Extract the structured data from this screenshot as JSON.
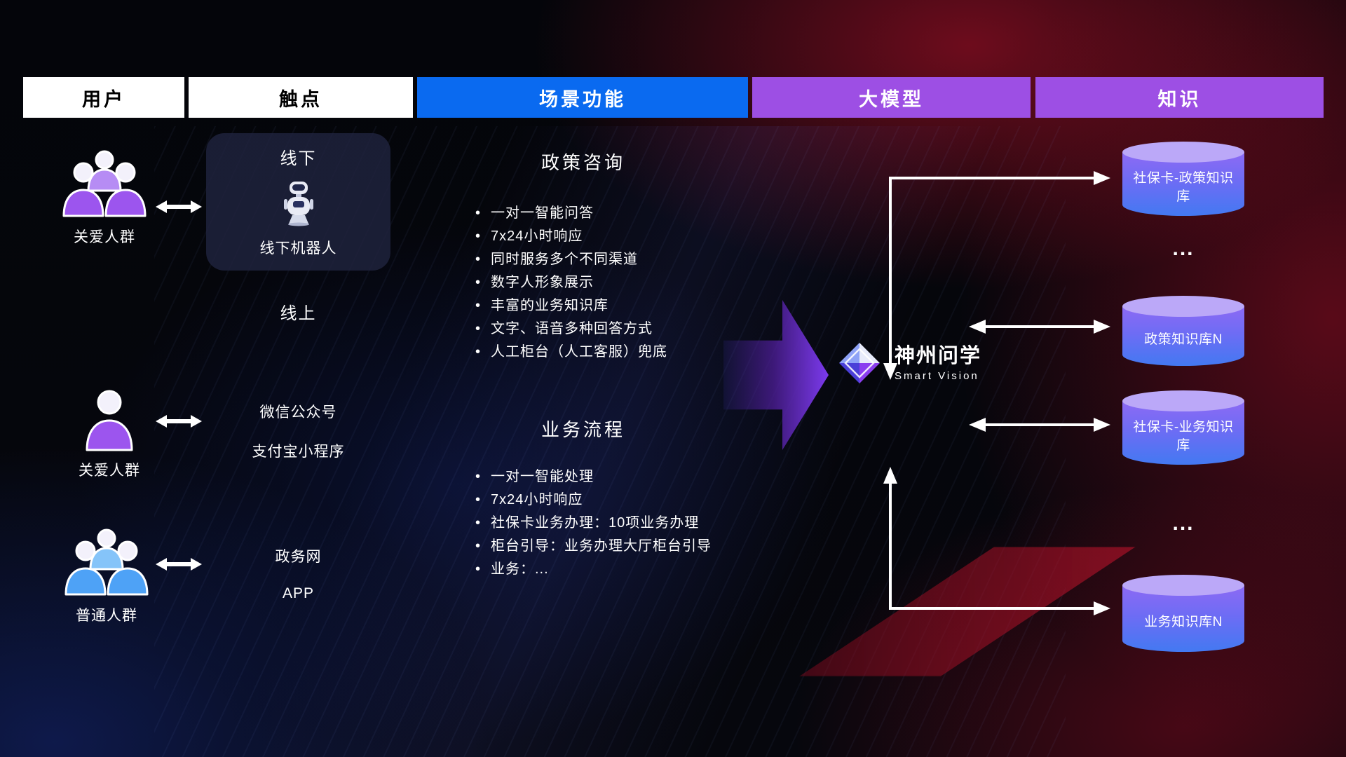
{
  "headers": [
    {
      "label": "用户",
      "variant": "white"
    },
    {
      "label": "触点",
      "variant": "white"
    },
    {
      "label": "场景功能",
      "variant": "blue"
    },
    {
      "label": "大模型",
      "variant": "purple"
    },
    {
      "label": "知识",
      "variant": "purple"
    }
  ],
  "users": [
    {
      "label": "关爱人群",
      "icon": "group-people-purple"
    },
    {
      "label": "关爱人群",
      "icon": "person-purple"
    },
    {
      "label": "普通人群",
      "icon": "group-people-blue"
    }
  ],
  "touchpoints": {
    "offline": {
      "title": "线下",
      "robot_label": "线下机器人"
    },
    "online_title": "线上",
    "online_items": [
      "微信公众号",
      "支付宝小程序"
    ],
    "portal_items": [
      "政务网",
      "APP"
    ]
  },
  "scenarios": [
    {
      "title": "政策咨询",
      "items": [
        "一对一智能问答",
        "7x24小时响应",
        "同时服务多个不同渠道",
        "数字人形象展示",
        "丰富的业务知识库",
        "文字、语音多种回答方式",
        "人工柜台（人工客服）兜底"
      ]
    },
    {
      "title": "业务流程",
      "items": [
        "一对一智能处理",
        "7x24小时响应",
        "社保卡业务办理：10项业务办理",
        "柜台引导：业务办理大厅柜台引导",
        "业务：..."
      ]
    }
  ],
  "model": {
    "name": "神州问学",
    "subtitle": "Smart Vision"
  },
  "knowledge": {
    "items": [
      {
        "type": "database",
        "label": "社保卡-政策知识库"
      },
      {
        "type": "ellipsis",
        "label": "..."
      },
      {
        "type": "database",
        "label": "政策知识库N"
      },
      {
        "type": "database",
        "label": "社保卡-业务知识库"
      },
      {
        "type": "ellipsis",
        "label": "..."
      },
      {
        "type": "database",
        "label": "业务知识库N"
      }
    ]
  },
  "colors": {
    "header_blue": "#0a6af0",
    "header_purple": "#9d4fe4",
    "cylinder_top": "#bba8f8",
    "cylinder_bottom": "#4379f2",
    "user_purple": "#9c55ee",
    "user_blue": "#4ea2f6",
    "arrow_white": "#ffffff",
    "flow_arrow_purple": "#7c3aed"
  }
}
